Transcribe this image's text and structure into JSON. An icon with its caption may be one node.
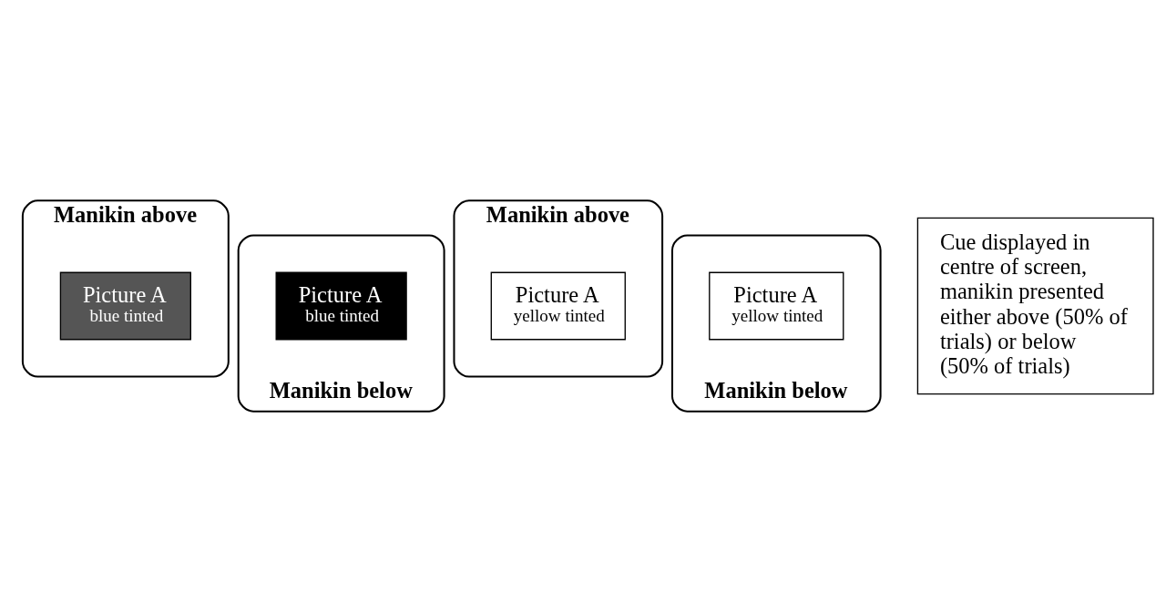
{
  "diagram": {
    "nodes": [
      {
        "text": [
          "Manikin above"
        ]
      },
      {
        "text": [
          "Picture A",
          "blue tinted"
        ],
        "in": 0
      },
      {
        "text": [
          "Manikin below"
        ]
      },
      {
        "text": [
          "Picture A",
          "blue tinted"
        ],
        "in": 2
      },
      {
        "text": [
          "Manikin above"
        ]
      },
      {
        "text": [
          "Picture A",
          "yellow tinted"
        ],
        "in": 4
      },
      {
        "text": [
          "Manikin below"
        ]
      },
      {
        "text": [
          "Picture A",
          "yellow tinted"
        ],
        "in": 6
      },
      {
        "text": [
          "Cue displayed in centre of screen, manikin presented either above (50% of trials) or below (50% of trials)"
        ]
      }
    ],
    "edges": []
  }
}
